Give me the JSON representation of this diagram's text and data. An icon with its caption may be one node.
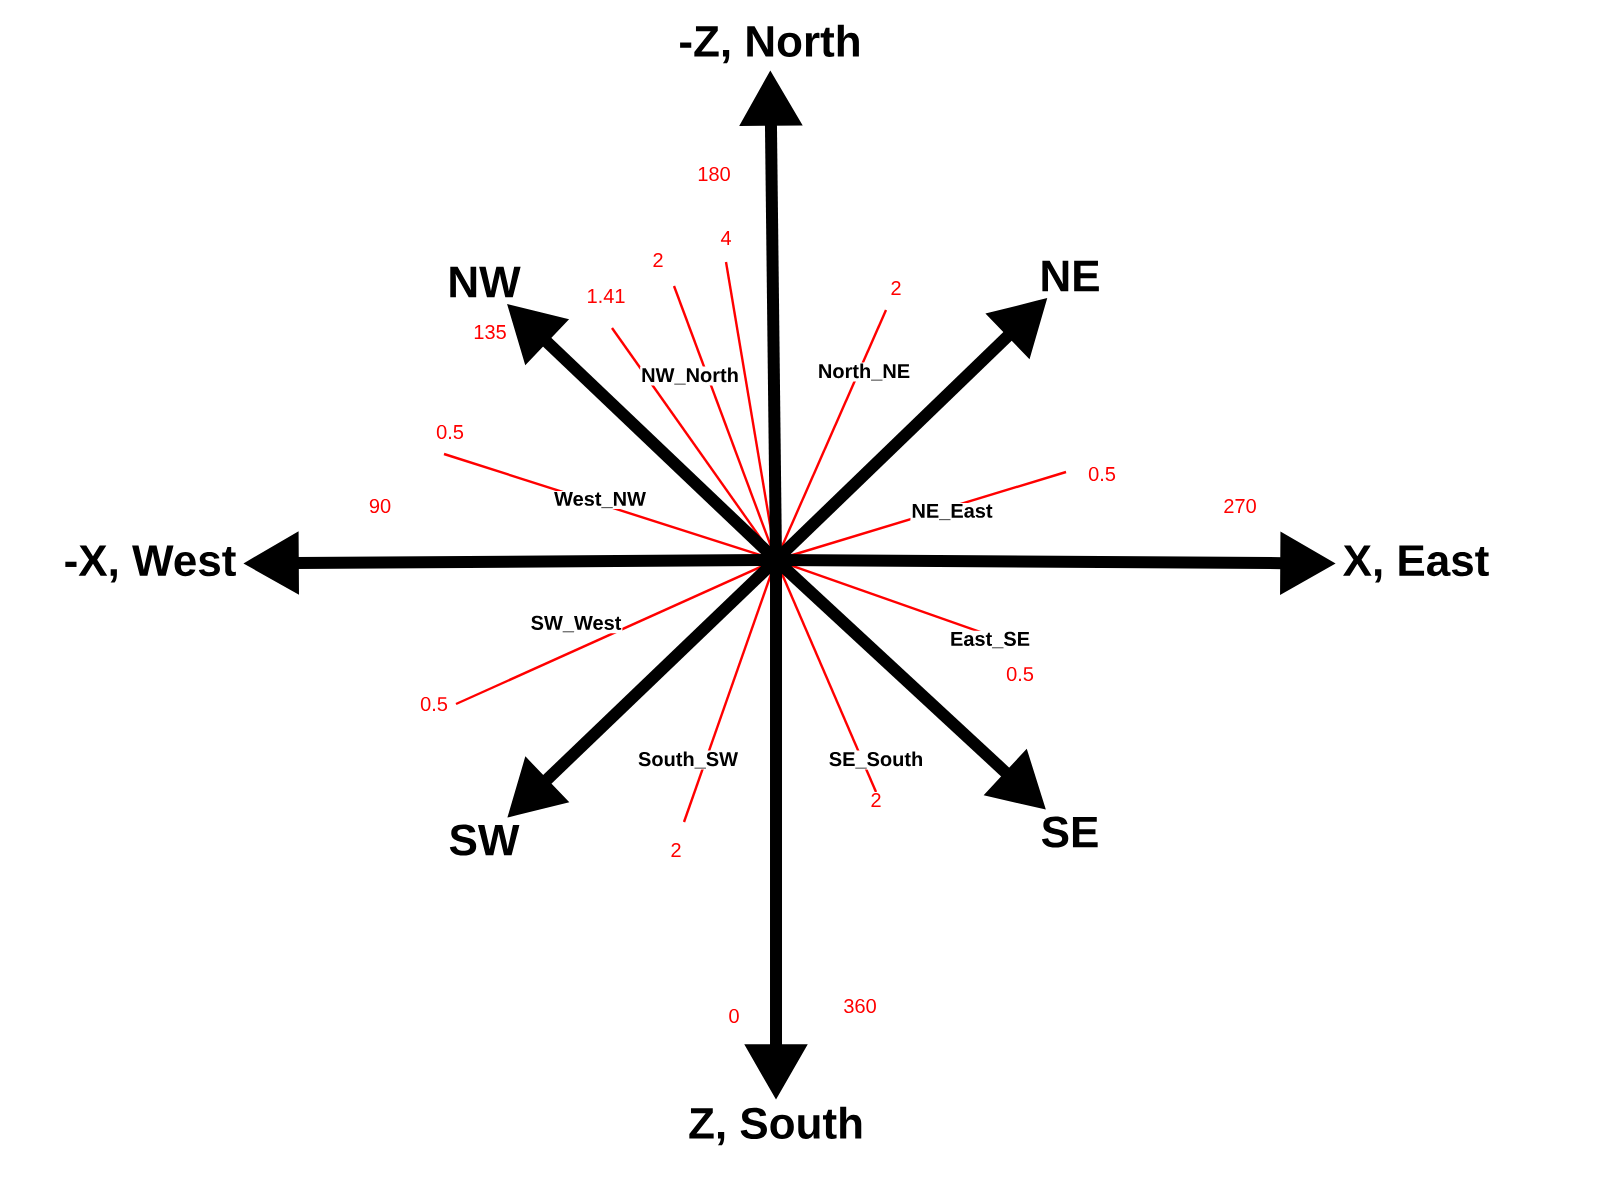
{
  "diagram": {
    "nodes": [
      {
        "text": [
          "-Z, North"
        ]
      },
      {
        "text": [
          "NW"
        ]
      },
      {
        "text": [
          "NE"
        ]
      },
      {
        "text": [
          "-X, West"
        ]
      },
      {
        "text": [
          "X, East"
        ]
      },
      {
        "text": [
          "SW"
        ]
      },
      {
        "text": [
          "SE"
        ]
      },
      {
        "text": [
          "Z, South"
        ]
      }
    ],
    "edges": [
      {
        "from": null,
        "to": 0,
        "arrow": "to"
      },
      {
        "from": null,
        "to": 1,
        "arrow": "to"
      },
      {
        "from": null,
        "to": 2,
        "arrow": "to"
      },
      {
        "from": null,
        "to": 3,
        "arrow": "to"
      },
      {
        "from": null,
        "to": 4,
        "arrow": "to"
      },
      {
        "from": null,
        "to": 5,
        "arrow": "to"
      },
      {
        "from": null,
        "to": 6,
        "arrow": "to"
      },
      {
        "from": null,
        "to": 7,
        "arrow": "to"
      }
    ],
    "labels": [
      "180",
      "4",
      "2",
      "2",
      "1.41",
      "135",
      "NW_North",
      "North_NE",
      "0.5",
      "0.5",
      "90",
      "West_NW",
      "NE_East",
      "270",
      "SW_West",
      "East_SE",
      "0.5",
      "0.5",
      "South_SW",
      "SE_South",
      "2",
      "2",
      "0",
      "360"
    ]
  }
}
